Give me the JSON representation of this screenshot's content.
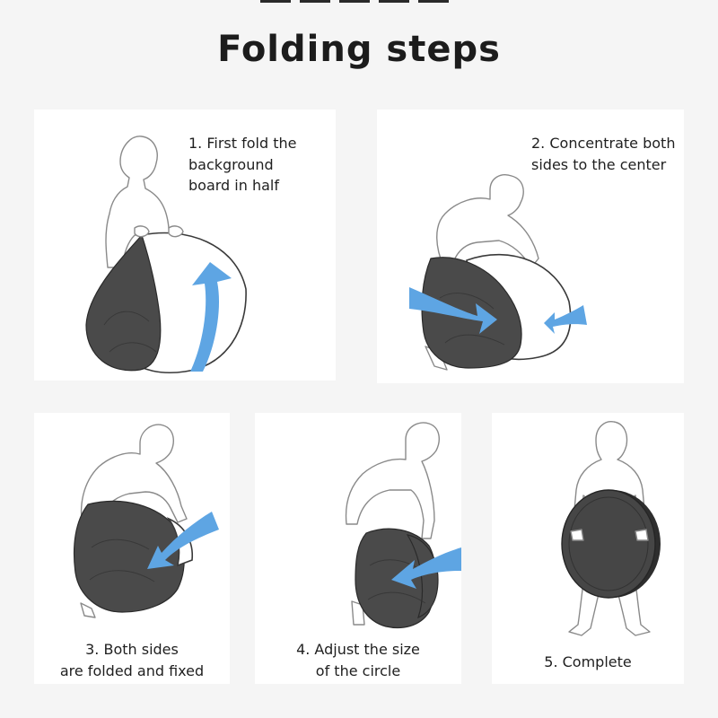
{
  "title": "Folding steps",
  "steps": [
    {
      "lines": [
        "1. First fold the",
        "background",
        "board in half"
      ]
    },
    {
      "lines": [
        "2. Concentrate both",
        "sides to the center"
      ]
    },
    {
      "lines": [
        "3. Both sides",
        "are folded and fixed"
      ]
    },
    {
      "lines": [
        "4. Adjust the size",
        "of the circle"
      ]
    },
    {
      "lines": [
        "5. Complete"
      ]
    }
  ],
  "colors": {
    "arrow": "#5ea5e3",
    "reflector": "#4a4a4a",
    "panel": "#ffffff",
    "background": "#f5f5f5"
  }
}
